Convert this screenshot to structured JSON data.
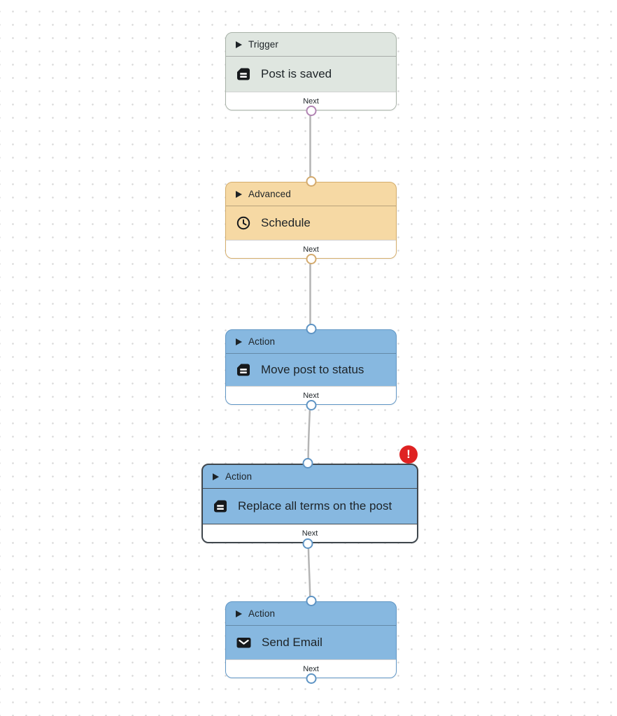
{
  "canvas": {
    "background": "#ffffff",
    "dot_color": "#d9d9d9",
    "connector_color": "#b4b4b4"
  },
  "colors": {
    "trigger_fill": "#dfe6e0",
    "trigger_border": "#a8b2a8",
    "advanced_fill": "#f6d9a4",
    "advanced_border": "#d4ad6b",
    "action_fill": "#87b8e0",
    "action_border": "#6096c5",
    "selected_border": "#40474d",
    "trigger_port": "#b184b3",
    "advanced_port": "#d3aa6d",
    "action_port": "#5e94c4",
    "error_badge": "#df2222",
    "text": "#1d2327"
  },
  "nodes": [
    {
      "type_label": "Trigger",
      "title": "Post is saved",
      "icon": "document-icon",
      "footer_label": "Next"
    },
    {
      "type_label": "Advanced",
      "title": "Schedule",
      "icon": "clock-icon",
      "footer_label": "Next"
    },
    {
      "type_label": "Action",
      "title": "Move post to status",
      "icon": "document-icon",
      "footer_label": "Next"
    },
    {
      "type_label": "Action",
      "title": "Replace all terms on the post",
      "icon": "document-icon",
      "footer_label": "Next",
      "selected": true,
      "badge": "!"
    },
    {
      "type_label": "Action",
      "title": "Send Email",
      "icon": "email-icon",
      "footer_label": "Next"
    }
  ]
}
